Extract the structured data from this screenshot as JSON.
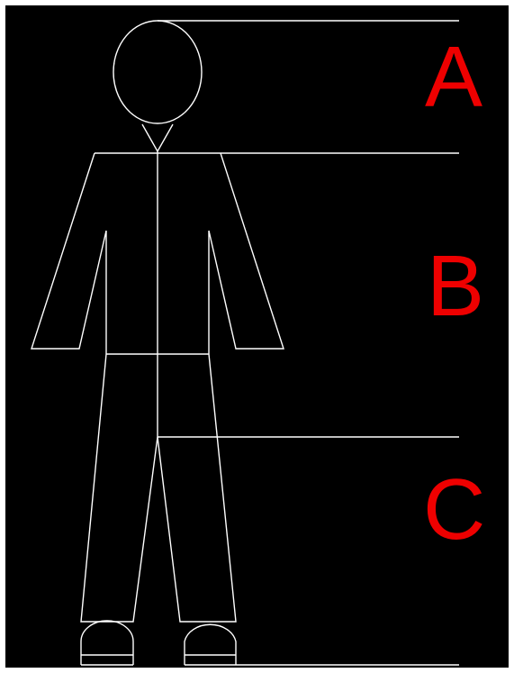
{
  "colors": {
    "background": "#000000",
    "line": "#ffffff",
    "label": "#ee0000"
  },
  "regions": [
    {
      "key": "a",
      "label": "A"
    },
    {
      "key": "b",
      "label": "B"
    },
    {
      "key": "c",
      "label": "C"
    }
  ]
}
